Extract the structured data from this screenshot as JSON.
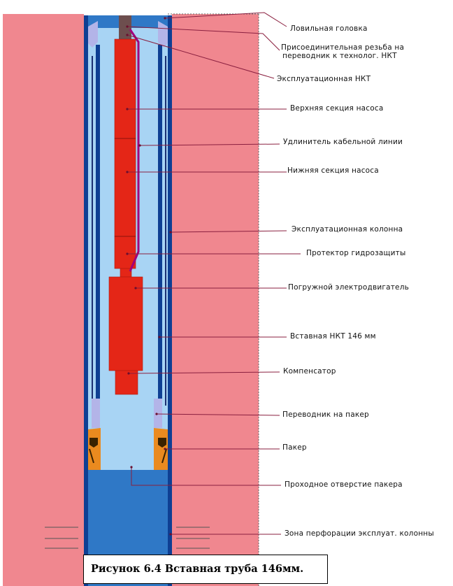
{
  "colors": {
    "formation": "#f0878f",
    "well_fluid": "#a8d4f4",
    "pipe_wall": "#0e3f93",
    "bottom_zone": "#2f78c6",
    "pump": "#e42617",
    "packer": "#ea8a1f",
    "adapter": "#b3b4e8",
    "shaft": "#6d4e4e",
    "cable": "#a1007a",
    "leader": "#8a1f3f"
  },
  "labels": [
    {
      "key": "fishing_head",
      "text": "Ловильная головка"
    },
    {
      "key": "thread",
      "lines": [
        "Присоединительная резьба на",
        "переводник к технолог. НКТ"
      ]
    },
    {
      "key": "tubing",
      "text": "Эксплуатационная НКТ"
    },
    {
      "key": "upper_pump",
      "text": "Верхняя секция насоса"
    },
    {
      "key": "cable_ext",
      "text": "Удлинитель кабельной линии"
    },
    {
      "key": "lower_pump",
      "text": "Нижняя секция насоса"
    },
    {
      "key": "casing",
      "text": "Эксплуатационная колонна"
    },
    {
      "key": "protector",
      "text": "Протектор гидрозащиты"
    },
    {
      "key": "motor",
      "text": "Погружной электродвигатель"
    },
    {
      "key": "insert_pipe",
      "text": "Вставная НКТ 146 мм"
    },
    {
      "key": "compensator",
      "text": "Компенсатор"
    },
    {
      "key": "packer_adapter",
      "text": "Переводник на пакер"
    },
    {
      "key": "packer",
      "text": "Пакер"
    },
    {
      "key": "packer_bore",
      "text": "Проходное отверстие пакера"
    },
    {
      "key": "perforation",
      "text": "Зона перфорации эксплуат. колонны"
    }
  ],
  "caption": "Рисунок 6.4   Вставная труба 146мм."
}
